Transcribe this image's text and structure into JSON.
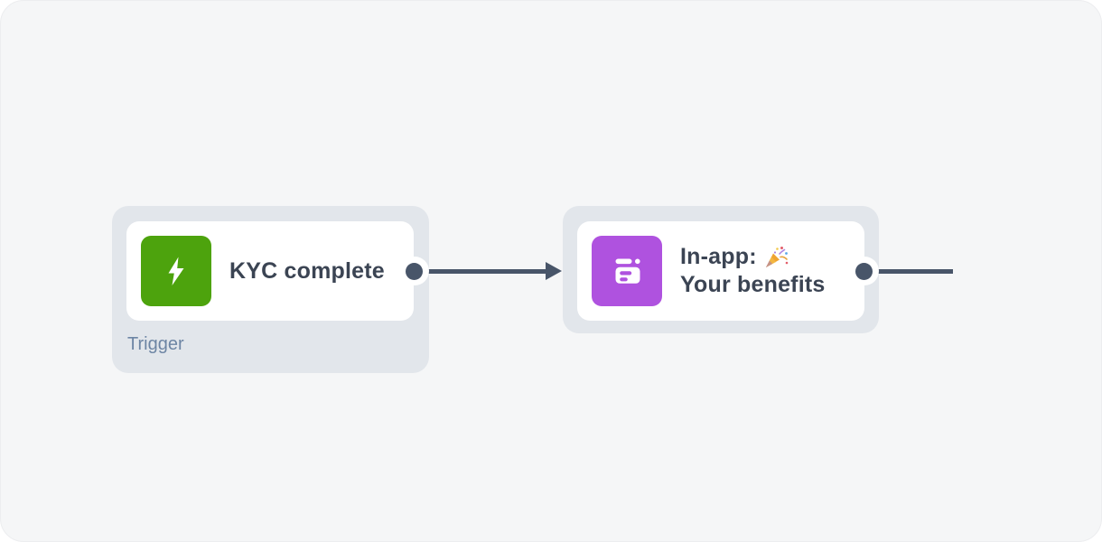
{
  "canvas": {
    "background_color": "#F5F6F7"
  },
  "colors": {
    "node_container": "#E2E6EB",
    "card_background": "#FFFFFF",
    "connector": "#485569",
    "title_text": "#3B4453",
    "type_label_text": "#6D85A4"
  },
  "nodes": [
    {
      "type_label": "Trigger",
      "title": "KYC complete",
      "icon": "lightning-bolt-icon",
      "icon_bg_color": "#4DA30D"
    },
    {
      "title_line1_text": "In-app:",
      "title_line1_emoji": "🎉",
      "title_line2": "Your benefits",
      "icon": "in-app-message-icon",
      "icon_bg_color": "#AF52DF"
    }
  ]
}
